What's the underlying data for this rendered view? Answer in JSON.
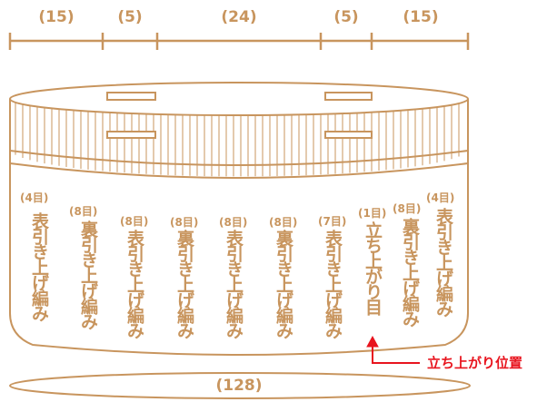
{
  "dimensions": {
    "segments": [
      "(15)",
      "(5)",
      "(24)",
      "(5)",
      "(15)"
    ],
    "total": "(128)"
  },
  "rows": [
    {
      "count": "(4目)",
      "label": "表引き上げ編み"
    },
    {
      "count": "(8目)",
      "label": "裏引き上げ編み"
    },
    {
      "count": "(8目)",
      "label": "表引き上げ編み"
    },
    {
      "count": "(8目)",
      "label": "裏引き上げ編み"
    },
    {
      "count": "(8目)",
      "label": "表引き上げ編み"
    },
    {
      "count": "(8目)",
      "label": "裏引き上げ編み"
    },
    {
      "count": "(7目)",
      "label": "表引き上げ編み"
    },
    {
      "count": "(1目)",
      "label": "立ち上がり目"
    },
    {
      "count": "(8目)",
      "label": "裏引き上げ編み"
    },
    {
      "count": "(4目)",
      "label": "表引き上げ編み"
    }
  ],
  "marker_label": "立ち上がり位置",
  "colors": {
    "line": "#c8955e",
    "marker": "#e8141e",
    "background": "#ffffff"
  }
}
